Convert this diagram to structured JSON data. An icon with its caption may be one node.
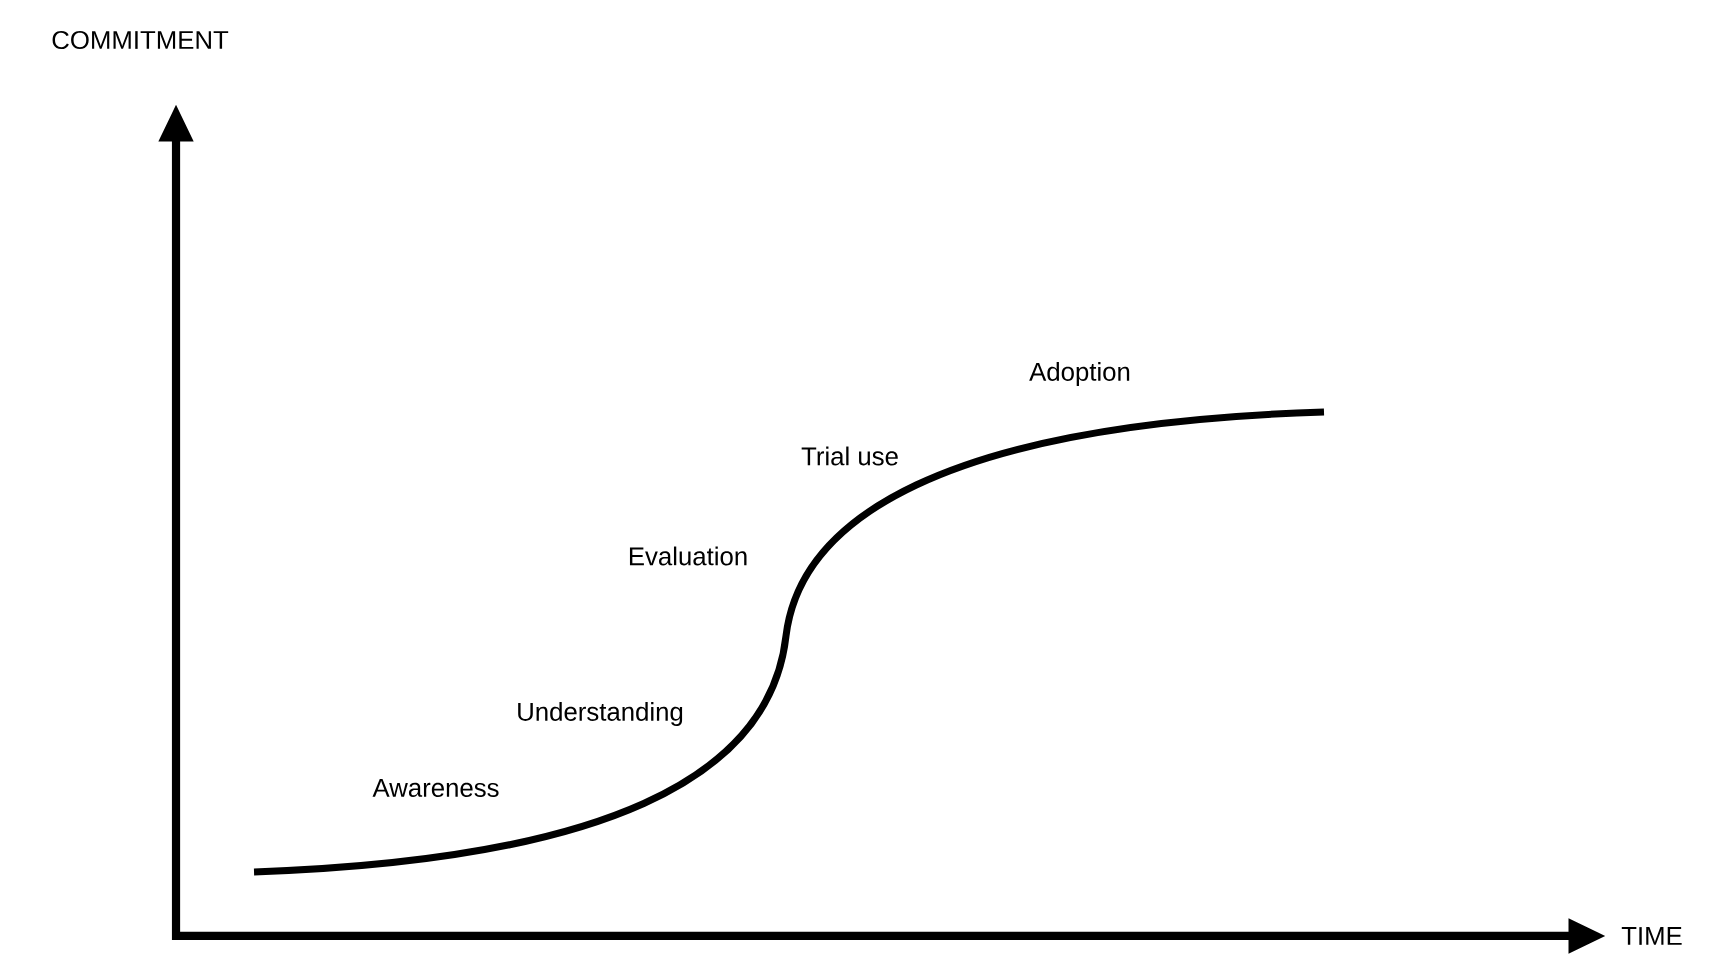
{
  "diagram": {
    "labels": [
      "COMMITMENT",
      "Adoption",
      "Trial use",
      "Evaluation",
      "Understanding",
      "Awareness",
      "TIME"
    ]
  }
}
